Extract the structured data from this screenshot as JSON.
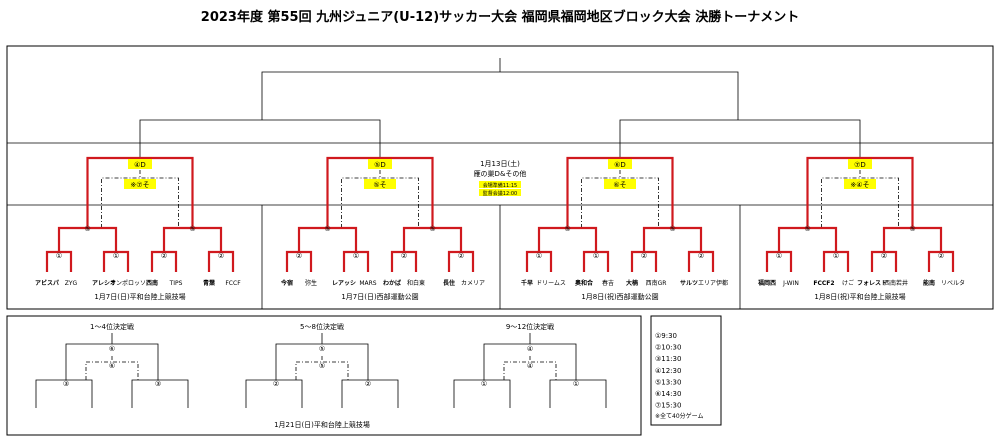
{
  "title": "2023年度 第55回 九州ジュニア(U-12)サッカー大会 福岡県福岡地区ブロック大会 決勝トーナメント",
  "final_info": {
    "date": "1月13日(土)",
    "venue": "雁の巣D&その他",
    "note1": "会場準備11:15",
    "note2": "監督会議12:00"
  },
  "blocks": [
    {
      "semi_label": "④D",
      "consolation_label": "※⑦そ",
      "venue": "1月7日(日)平和台陸上競技場",
      "qf_labels": [
        "⑤",
        "⑤"
      ],
      "r1_labels": [
        "①",
        "①",
        "②",
        "②"
      ],
      "teams": [
        "アビスパ",
        "ZYG",
        "アレシオ",
        "ランポロッソ",
        "西南",
        "TIPS",
        "青葉",
        "FCCF"
      ]
    },
    {
      "semi_label": "⑤D",
      "consolation_label": "⑤そ",
      "venue": "1月7日(日)西部運動公園",
      "qf_labels": [
        "⑤",
        "⑤"
      ],
      "r1_labels": [
        "②",
        "①",
        "②",
        "②"
      ],
      "teams": [
        "今宿",
        "弥生",
        "レアッシ",
        "MARS",
        "わかば",
        "和白東",
        "長住",
        "カメリア"
      ]
    },
    {
      "semi_label": "⑥D",
      "consolation_label": "⑥そ",
      "venue": "1月8日(祝)西部運動公園",
      "qf_labels": [
        "⑤",
        "⑤"
      ],
      "r1_labels": [
        "①",
        "①",
        "②",
        "②"
      ],
      "teams": [
        "千早",
        "ドリームス",
        "奥和合",
        "春吉",
        "大楠",
        "西南GR",
        "サルツ",
        "エリア伊都"
      ]
    },
    {
      "semi_label": "⑦D",
      "consolation_label": "※④そ",
      "venue": "1月8日(祝)平和台陸上競技場",
      "qf_labels": [
        "⑤",
        "⑤"
      ],
      "r1_labels": [
        "①",
        "①",
        "②",
        "②"
      ],
      "teams": [
        "福岡西",
        "J-WIN",
        "FCCF2",
        "けご",
        "フォレスト",
        "西南若井",
        "能南",
        "リベルタ"
      ]
    }
  ],
  "placement": {
    "brackets": [
      {
        "title": "1～4位決定戦",
        "top_label": "⑥",
        "mid_label": "⑥",
        "left_label": "③",
        "right_label": "③"
      },
      {
        "title": "5～8位決定戦",
        "top_label": "⑤",
        "mid_label": "⑤",
        "left_label": "②",
        "right_label": "②"
      },
      {
        "title": "9～12位決定戦",
        "top_label": "④",
        "mid_label": "④",
        "left_label": "①",
        "right_label": "①"
      }
    ],
    "venue": "1月21日(日)平和台陸上競技場"
  },
  "schedule": {
    "times": [
      "①9:30",
      "②10:30",
      "③11:30",
      "④12:30",
      "⑤13:30",
      "⑥14:30",
      "⑦15:30"
    ],
    "note": "※全て40分ゲーム"
  },
  "colors": {
    "winner_line": "#d0191e",
    "highlight": "#ffff00",
    "line": "#000000"
  }
}
